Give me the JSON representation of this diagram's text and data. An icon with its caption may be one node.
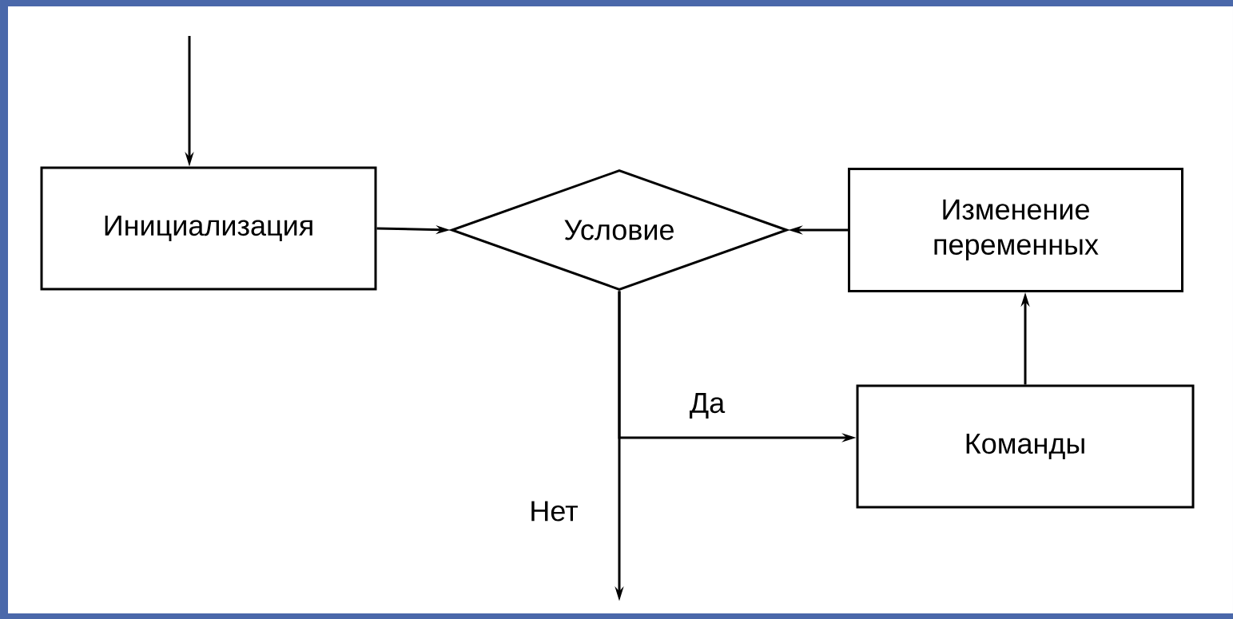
{
  "diagram": {
    "nodes": [
      {
        "text": [
          "Инициализация"
        ]
      },
      {
        "text": [
          "Условие"
        ]
      },
      {
        "text": [
          "Изменение переменных"
        ]
      },
      {
        "text": [
          "Команды"
        ]
      }
    ],
    "edges": [
      {
        "from": null,
        "to": 0,
        "arrow": "to"
      },
      {
        "from": 0,
        "to": 1,
        "arrow": "to"
      },
      {
        "from": 2,
        "to": 1,
        "arrow": "to"
      },
      {
        "from": 1,
        "to": 3,
        "arrow": "to",
        "label": "Да"
      },
      {
        "from": 1,
        "to": null,
        "arrow": "to",
        "label": "Нет"
      },
      {
        "from": 3,
        "to": 2,
        "arrow": "to"
      }
    ]
  }
}
